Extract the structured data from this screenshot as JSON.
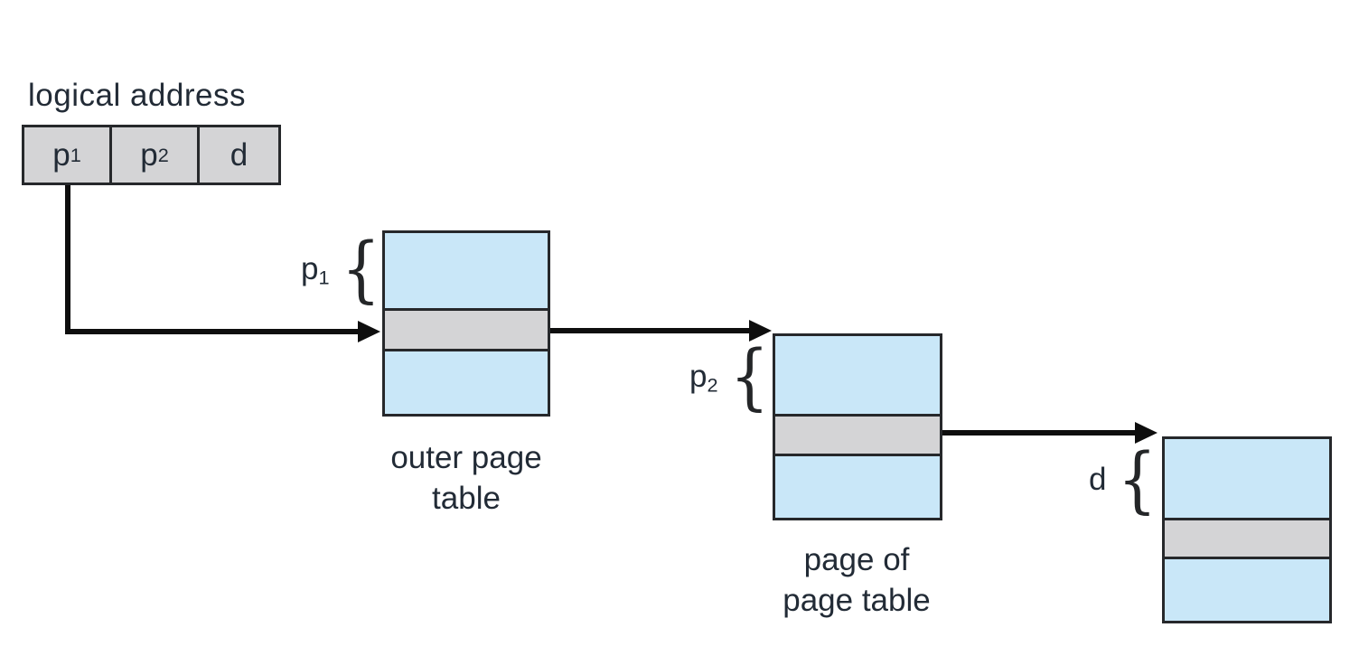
{
  "diagram": {
    "title": "logical address",
    "brace_glyph": "{",
    "logical_address_cells": [
      {
        "base": "p",
        "sub": "1"
      },
      {
        "base": "p",
        "sub": "2"
      },
      {
        "base": "d",
        "sub": ""
      }
    ],
    "braces": {
      "p1": {
        "base": "p",
        "sub": "1"
      },
      "p2": {
        "base": "p",
        "sub": "2"
      },
      "d": {
        "base": "d",
        "sub": ""
      }
    },
    "tables": {
      "outer": {
        "line1": "outer page",
        "line2": "table"
      },
      "middle": {
        "line1": "page of",
        "line2": "page table"
      }
    },
    "colors": {
      "cell_blue": "#c9e7f8",
      "cell_gray": "#d4d4d6",
      "border": "#26282b",
      "text": "#222b36",
      "arrow": "#0e0e0e",
      "background": "#ffffff"
    }
  }
}
